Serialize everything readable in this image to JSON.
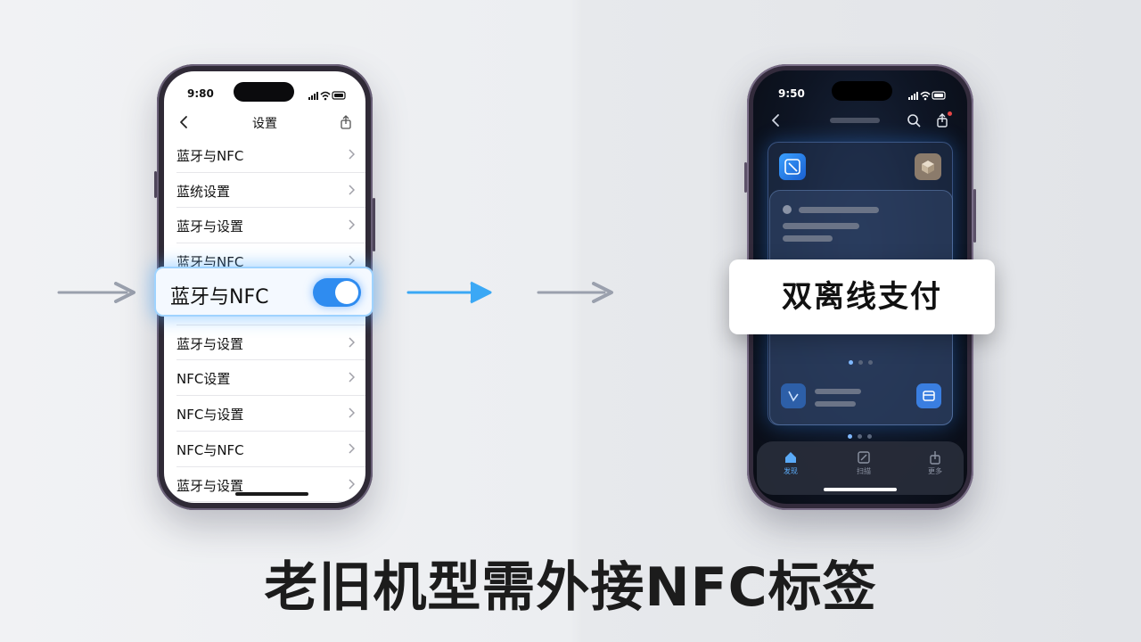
{
  "left_phone": {
    "status_time": "9:80",
    "nav_title": "设置",
    "rows_top": [
      "蓝牙与NFC",
      "蓝统设置",
      "蓝牙与设置",
      "蓝牙与NFC"
    ],
    "highlight_label": "蓝牙与NFC",
    "toggle_on": true,
    "rows_bottom": [
      "蓝牙与设置",
      "NFC设置",
      "NFC与设置",
      "NFC与NFC",
      "蓝牙与设置"
    ]
  },
  "right_phone": {
    "status_time": "9:50",
    "tabs": [
      "发现",
      "扫描",
      "更多"
    ],
    "callout_text": "双离线支付"
  },
  "caption": "老旧机型需外接NFC标签",
  "colors": {
    "accent_blue": "#2f8cf0",
    "arrow_gray": "#9aa0ad",
    "arrow_blue": "#3ba8f5"
  },
  "icons": [
    "arrow-right",
    "chevron-left",
    "chevron-right",
    "share",
    "search",
    "home",
    "wifi",
    "signal",
    "battery"
  ]
}
